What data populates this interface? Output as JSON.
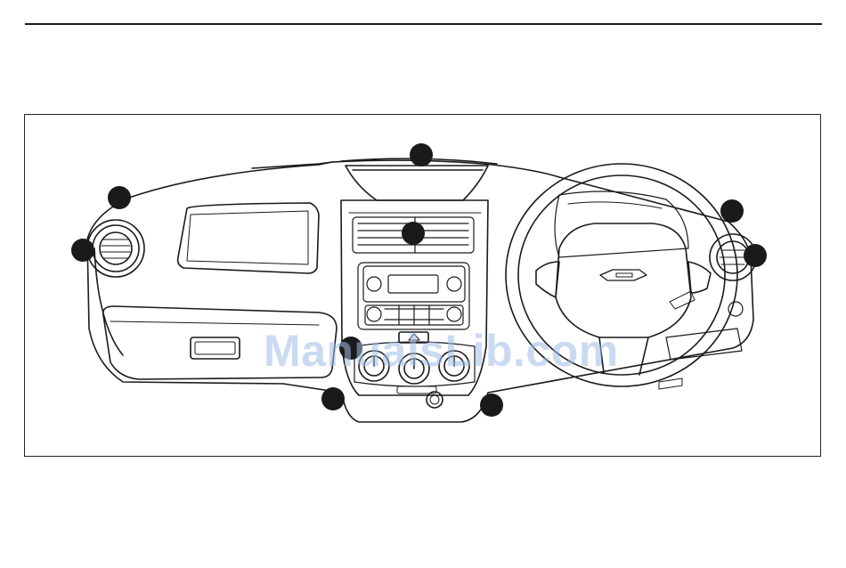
{
  "watermark": {
    "text": "ManualsLib.com"
  },
  "callouts": [
    {
      "id": "callout-1"
    },
    {
      "id": "callout-2"
    },
    {
      "id": "callout-3"
    },
    {
      "id": "callout-4"
    },
    {
      "id": "callout-5"
    },
    {
      "id": "callout-6"
    },
    {
      "id": "callout-7"
    },
    {
      "id": "callout-8"
    },
    {
      "id": "callout-9"
    }
  ],
  "colors": {
    "line": "#1a1a1a",
    "watermark": "#9fbde6"
  }
}
